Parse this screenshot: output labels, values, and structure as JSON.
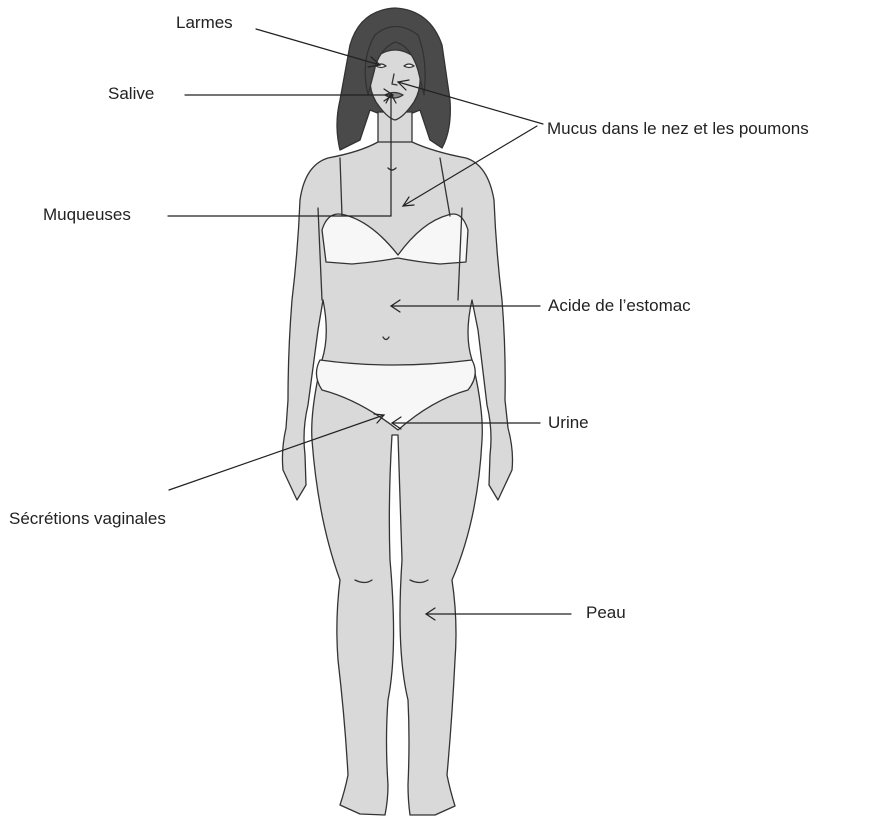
{
  "diagram": {
    "labels": {
      "tears": "Larmes",
      "saliva": "Salive",
      "mucus_nose_lungs": "Mucus dans le nez et les poumons",
      "mucous_membranes": "Muqueuses",
      "stomach_acid": "Acide de l’estomac",
      "urine": "Urine",
      "vaginal_secretions": "Sécrétions vaginales",
      "skin": "Peau"
    },
    "colors": {
      "body_fill": "#d9d9d9",
      "hair_fill": "#4a4a4a",
      "underwear_fill": "#f7f7f7",
      "outline": "#333333",
      "leader_line": "#222222"
    }
  }
}
